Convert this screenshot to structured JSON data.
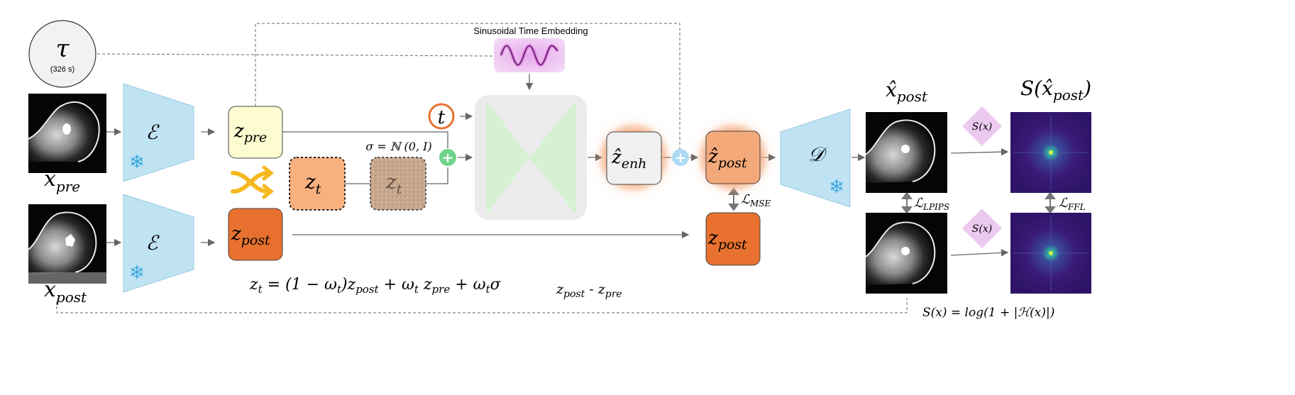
{
  "tau": {
    "symbol": "τ",
    "value": "(326 s)"
  },
  "time_embedding": {
    "label": "Sinusoidal Time Embedding"
  },
  "inputs": {
    "pre": {
      "label": "x",
      "sub": "pre"
    },
    "post": {
      "label": "x",
      "sub": "post"
    }
  },
  "encoder": {
    "symbol": "ℰ"
  },
  "decoder": {
    "symbol": "𝒟"
  },
  "latents": {
    "z_pre": {
      "main": "z",
      "sub": "pre"
    },
    "z_post": {
      "main": "z",
      "sub": "post"
    },
    "z_t": {
      "main": "z",
      "sub": "t"
    },
    "z_t_noisy": {
      "main": "z",
      "sub": "t"
    },
    "z_enh": {
      "main": "ẑ",
      "sub": "enh"
    },
    "z_post_hat": {
      "main": "ẑ",
      "sub": "post"
    },
    "z_post_target": {
      "main": "z",
      "sub": "post"
    }
  },
  "noise": {
    "label": "σ = ℕ (0, I)"
  },
  "t_label": "t",
  "plus_sign": "+",
  "losses": {
    "mse": {
      "main": "ℒ",
      "sub": "MSE"
    },
    "lpips": {
      "main": "ℒ",
      "sub": "LPIPS"
    },
    "ffl": {
      "main": "ℒ",
      "sub": "FFL"
    }
  },
  "outputs": {
    "x_post_hat": {
      "main": "x̂",
      "sub": "post"
    },
    "s_x_post_hat": {
      "prefix": "S(",
      "main": "x̂",
      "sub": "post",
      "suffix": ")"
    }
  },
  "s_func": "S(x)",
  "equations": {
    "zt": {
      "z": "z",
      "t_sub": "t",
      "rest1": " = (1 − ω",
      "t_sub2": "t",
      "rest2": ")z",
      "post_sub": "post",
      "rest3": " + ω",
      "t_sub3": "t",
      "rest4": " z",
      "pre_sub": "pre",
      "rest5": " + ω",
      "t_sub4": "t",
      "rest6": "σ"
    },
    "diff": {
      "a": "z",
      "a_sub": "post",
      "mid": " - z",
      "b_sub": "pre"
    },
    "spectrum": "S(x) = log(1 + |ℋ(x)|)"
  },
  "colors": {
    "encoder_fill": "#bfe3f3",
    "z_pre_fill": "#fdfbd0",
    "z_post_fill": "#e8712f",
    "z_t_fill": "#f7b07e",
    "z_enh_fill": "#f0f0f0",
    "unet_fill": "#ebebeb",
    "unet_triangle": "#d5f1d2",
    "spectrum_bg": "#3a1a78",
    "s_diamond": "#eccaf0",
    "embed_fill": "#eec5ef",
    "plus_green": "#6fd38b",
    "plus_blue": "#aedbf3",
    "t_circle": "#e8712f"
  }
}
